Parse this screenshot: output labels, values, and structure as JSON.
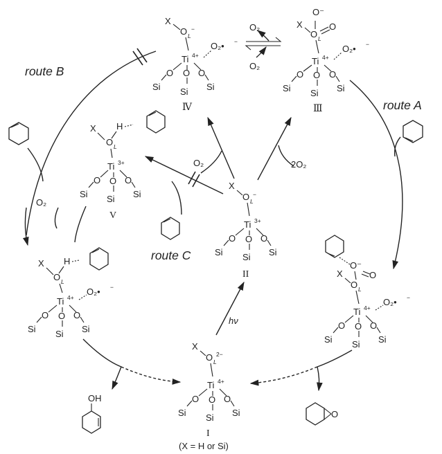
{
  "routes": {
    "a": "route A",
    "b": "route B",
    "c": "route C"
  },
  "species": {
    "I": {
      "numeral": "I",
      "x": "X",
      "oxo": "O",
      "oxo_sub": "L",
      "oxo_sup": "2−",
      "metal": "Ti",
      "metal_sup": "4+",
      "si": "Si",
      "o": "O",
      "note": "(X = H or Si)"
    },
    "II": {
      "numeral": "II",
      "x": "X",
      "oxo": "O",
      "oxo_sub": "L",
      "oxo_sup": "−",
      "metal": "Ti",
      "metal_sup": "3+",
      "si": "Si",
      "o": "O"
    },
    "III": {
      "numeral": "Ⅲ",
      "x": "X",
      "oxo": "O",
      "oxo_sub": "L",
      "metal": "Ti",
      "metal_sup": "4+",
      "superoxo": "O₂•",
      "superoxo_sup": "−",
      "si": "Si",
      "o": "O",
      "o_minus": "O⁻"
    },
    "IV": {
      "numeral": "Ⅳ",
      "x": "X",
      "oxo": "O",
      "oxo_sub": "L",
      "oxo_sup": "−",
      "metal": "Ti",
      "metal_sup": "4+",
      "superoxo": "O₂•",
      "superoxo_sup": "−",
      "si": "Si",
      "o": "O"
    },
    "V": {
      "numeral": "V",
      "x": "X",
      "h": "H",
      "oxo": "O",
      "oxo_sub": "L",
      "metal": "Ti",
      "metal_sup": "3+",
      "si": "Si",
      "o": "O"
    },
    "VI": {
      "x": "X",
      "h": "H",
      "oxo": "O",
      "oxo_sub": "L",
      "metal": "Ti",
      "metal_sup": "4+",
      "superoxo": "O₂•",
      "superoxo_sup": "−",
      "si": "Si",
      "o": "O"
    },
    "VII": {
      "x": "X",
      "oxo": "O",
      "oxo_sub": "L",
      "metal": "Ti",
      "metal_sup": "4+",
      "superoxo": "O₂•",
      "superoxo_sup": "−",
      "si": "Si",
      "o": "O",
      "o_minus": "O⁻"
    }
  },
  "reagents": {
    "o2_release": "O₂",
    "o2_uptake": "O₂",
    "o2_to_IV": "O₂",
    "o2_to_III": "2O₂",
    "o2_route_b": "O₂",
    "hv": "hν",
    "oh": "OH",
    "epoxide_o": "O"
  }
}
